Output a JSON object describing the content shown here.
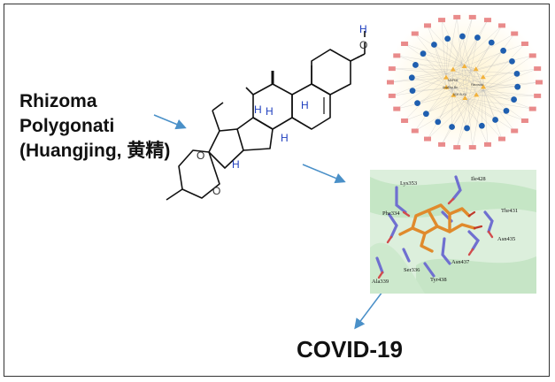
{
  "herb": {
    "line1": "Rhizoma",
    "line2": "Polygonati",
    "line3": "(Huangjing, 黄精)"
  },
  "disease": "COVID-19",
  "molecule": {
    "atom_labels": [
      "H",
      "O",
      "O",
      "O",
      "H",
      "H",
      "H",
      "H",
      "H"
    ]
  },
  "docking": {
    "residues": [
      "Lys353",
      "Ile428",
      "Phe334",
      "Thr431",
      "Asn435",
      "Asn437",
      "Ser336",
      "Tyr438",
      "Ala339"
    ]
  },
  "network": {
    "center_labels": [
      "MAPK8",
      "ADE B-XA",
      "Asp/Ebp Bu",
      "Flavonoid"
    ]
  },
  "colors": {
    "arrow": "#4a90c8",
    "hydrogen": "#1f3fbf",
    "oxygen": "#333333",
    "ligand": "#e08a2c",
    "residue": "#6f6fd0",
    "protein_bg": "#cfe9cf",
    "network_node": "#1f5fb0",
    "network_outer": "#e98b8b",
    "network_hub": "#f3b23a"
  }
}
